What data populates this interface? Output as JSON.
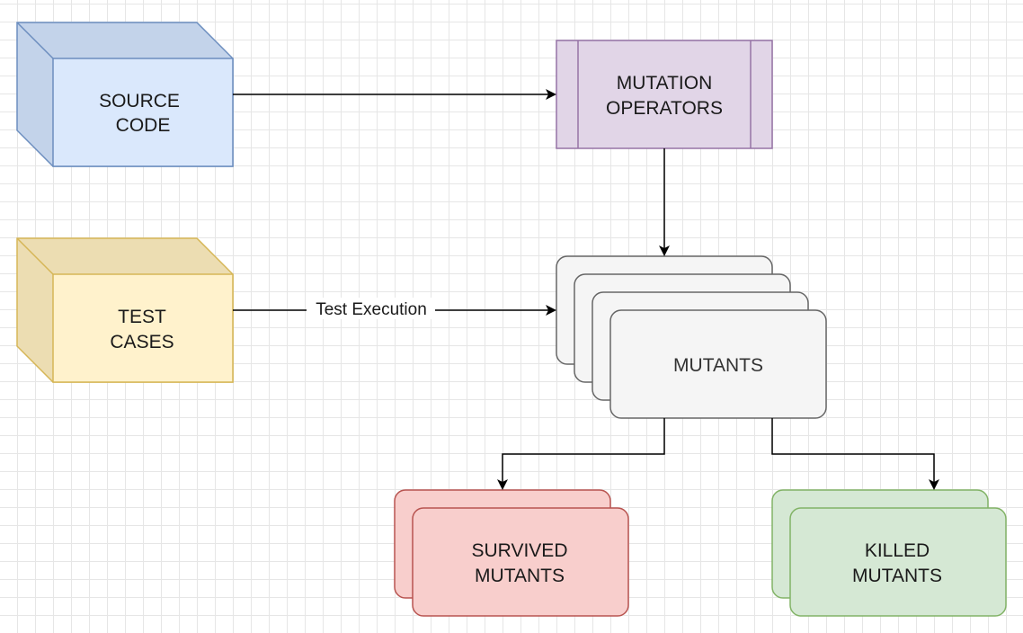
{
  "diagram": {
    "nodes": {
      "source_code": {
        "line1": "SOURCE",
        "line2": "CODE",
        "fill": "#dae8fc",
        "stroke": "#6c8ebf",
        "shade": "#c3d3ea"
      },
      "test_cases": {
        "line1": "TEST",
        "line2": "CASES",
        "fill": "#fff2cc",
        "stroke": "#d6b656",
        "shade": "#ecddb2"
      },
      "mutation_operators": {
        "line1": "MUTATION",
        "line2": "OPERATORS",
        "fill": "#e1d5e7",
        "stroke": "#9673a6"
      },
      "mutants": {
        "label": "MUTANTS",
        "fill": "#f5f5f5",
        "stroke": "#666666"
      },
      "survived_mutants": {
        "line1": "SURVIVED",
        "line2": "MUTANTS",
        "fill": "#f8cecc",
        "stroke": "#b85450"
      },
      "killed_mutants": {
        "line1": "KILLED",
        "line2": "MUTANTS",
        "fill": "#d5e8d4",
        "stroke": "#82b366"
      }
    },
    "edges": {
      "test_execution_label": "Test Execution"
    }
  }
}
